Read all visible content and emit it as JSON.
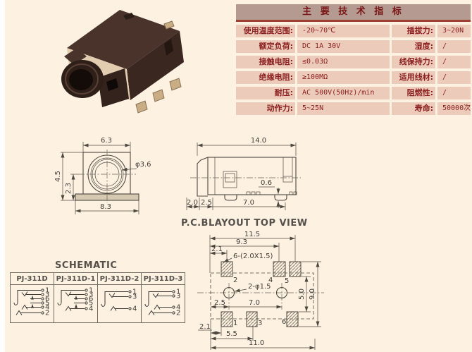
{
  "colors": {
    "page_bg": "#fdf1e2",
    "table_header_bg": "#b49a91",
    "table_row_bg": "#edcbbb",
    "table_text": "#8b1f1f",
    "header_rule": "#9c4034",
    "drawing_line": "#4e483f"
  },
  "spec_table": {
    "title": "主 要 技 术 指 标",
    "rows": [
      {
        "l1": "使用温度范围:",
        "v1": "-20~70℃",
        "l2": "插拔力:",
        "v2": "3~20N"
      },
      {
        "l1": "额定负荷:",
        "v1": "DC 1A 30V",
        "l2": "湿度:",
        "v2": "/"
      },
      {
        "l1": "接触电阻:",
        "v1": "≤0.03Ω",
        "l2": "线保持力:",
        "v2": "/"
      },
      {
        "l1": "绝缘电阻:",
        "v1": "≥100MΩ",
        "l2": "适用线材:",
        "v2": "/"
      },
      {
        "l1": "耐压:",
        "v1": "AC 500V(50Hz)/min",
        "l2": "阻燃性:",
        "v2": "/"
      },
      {
        "l1": "动作力:",
        "v1": "5~25N",
        "l2": "寿命:",
        "v2": "50000次"
      }
    ]
  },
  "front_view": {
    "top_width": "6.3",
    "hole_dia": "φ3.6",
    "height": "4.5",
    "inner_height": "2.3",
    "base_width": "8.3"
  },
  "side_view": {
    "total_width": "14.0",
    "foot_height": "0.6",
    "d1": "2.0",
    "d2": "2.5",
    "d3": "7.0"
  },
  "pcb_layout": {
    "title": "P.C.BLAYOUT TOP VIEW",
    "total_width": "11.5",
    "pad_span": "9.3",
    "top_offset": "2.1",
    "pad_size_label": "6-(2.0X1.5)",
    "hole_label": "2-φ1.5",
    "hole_offset": "2.5",
    "hole_pitch": "7.0",
    "row_span": "5.0",
    "total_height": "9.0",
    "bottom_offset": "2.1",
    "bottom_mid": "5.5",
    "bottom_width": "11.0",
    "pads_top": [
      "2",
      "4",
      "5"
    ],
    "pads_bottom": [
      "1",
      "3",
      "6"
    ]
  },
  "schematic": {
    "title": "SCHEMATIC",
    "variants": [
      {
        "name": "PJ-311D",
        "terminals": [
          "1",
          "3",
          "6",
          "5",
          "4",
          "2"
        ]
      },
      {
        "name": "PJ-311D-1",
        "terminals": [
          "1",
          "3",
          "6",
          "5",
          "4"
        ]
      },
      {
        "name": "PJ-311D-2",
        "terminals": [
          "1",
          "3",
          "4"
        ]
      },
      {
        "name": "PJ-311D-3",
        "terminals": [
          "1",
          "3",
          "4",
          "2"
        ]
      }
    ]
  }
}
